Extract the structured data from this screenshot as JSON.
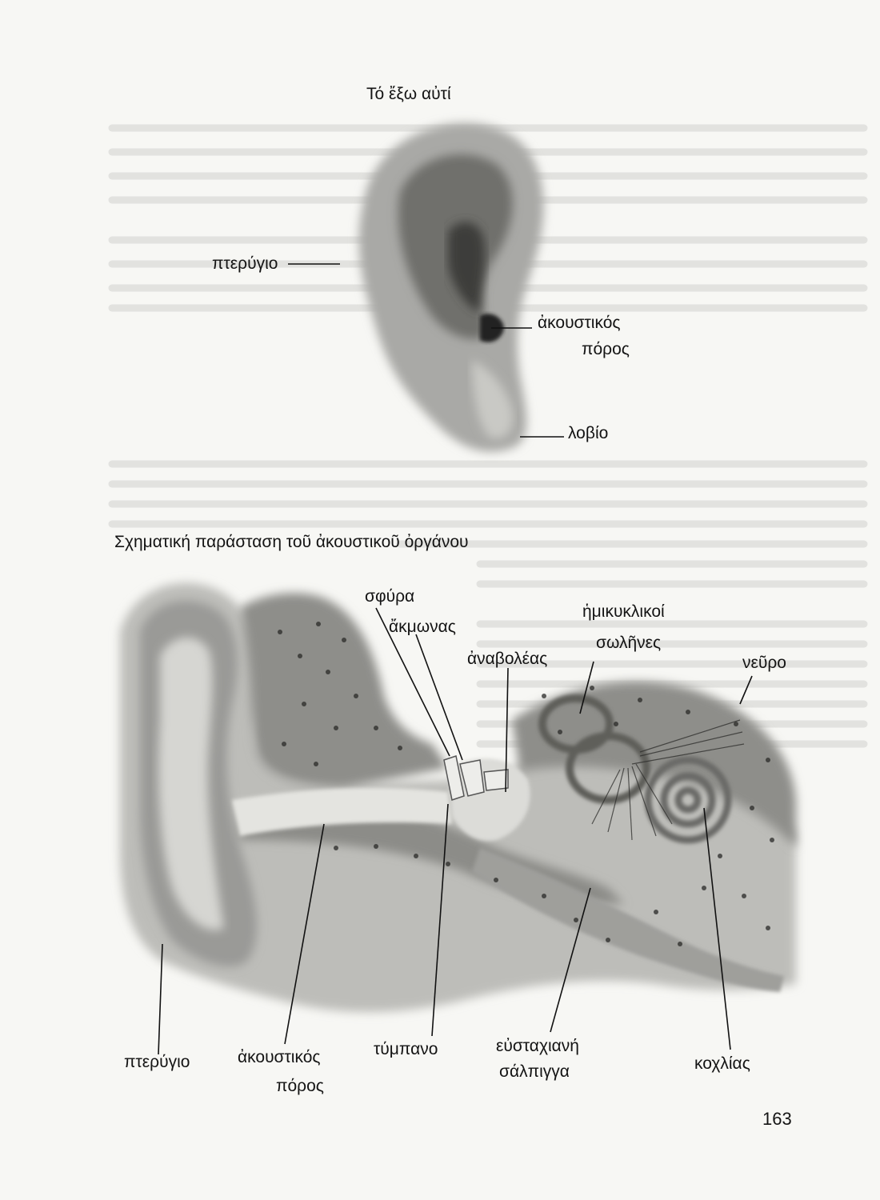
{
  "outer_ear": {
    "title": "Τό ἔξω αὐτί",
    "labels": {
      "pinna": "πτερύγιο",
      "canal_line1": "ἀκουστικός",
      "canal_line2": "πόρος",
      "lobe": "λοβίο"
    }
  },
  "schematic": {
    "title": "Σχηματική παράσταση τοῦ ἀκουστικοῦ ὀργάνου",
    "labels": {
      "hammer": "σφύρα",
      "anvil": "ἄκμωνας",
      "canals_line1": "ἡμικυκλικοί",
      "canals_line2": "σωλῆνες",
      "stirrup": "ἀναβολέας",
      "nerve": "νεῦρο",
      "pinna": "πτερύγιο",
      "canal_line1": "ἀκουστικός",
      "canal_line2": "πόρος",
      "eardrum": "τύμπανο",
      "eustachian_line1": "εὐσταχιανή",
      "eustachian_line2": "σάλπιγγα",
      "cochlea": "κοχλίας"
    }
  },
  "page_number": "163"
}
